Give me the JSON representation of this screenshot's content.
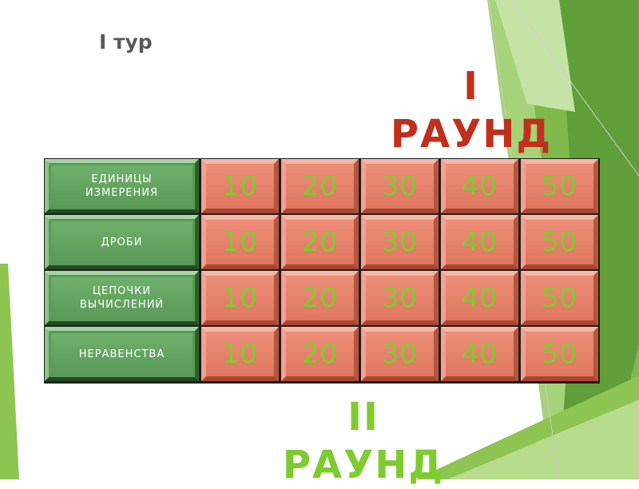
{
  "header": {
    "tour": "I тур"
  },
  "rounds": {
    "top": "I\nРАУНД",
    "bottom": "II\nРАУНД"
  },
  "colors": {
    "round_top": "#c0301c",
    "round_bottom": "#7ecb2e",
    "category_bg": "#5a9a58",
    "cell_bg": "#e4826c",
    "cell_text": "#7ecb2e"
  },
  "board": {
    "categories": [
      "ЕДИНИЦЫ\nИЗМЕРЕНИЯ",
      "ДРОБИ",
      "ЦЕПОЧКИ\nВЫЧИСЛЕНИЙ",
      "НЕРАВЕНСТВА"
    ],
    "values": [
      "10",
      "20",
      "30",
      "40",
      "50"
    ]
  }
}
